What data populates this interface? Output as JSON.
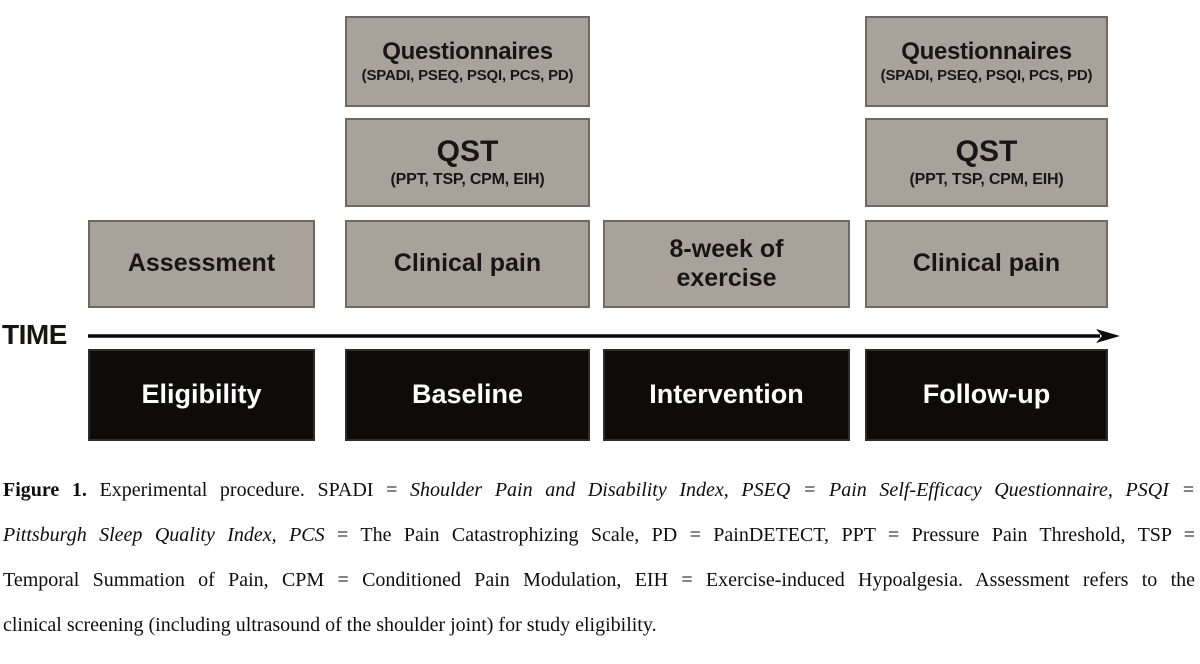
{
  "diagram": {
    "time_label": "TIME",
    "questionnaires": {
      "title": "Questionnaires",
      "subtitle": "(SPADI, PSEQ, PSQI, PCS, PD)"
    },
    "qst": {
      "title": "QST",
      "subtitle": "(PPT, TSP, CPM, EIH)"
    },
    "measures": [
      "Assessment",
      "Clinical pain",
      "8-week of exercise",
      "Clinical pain"
    ],
    "phases": [
      "Eligibility",
      "Baseline",
      "Intervention",
      "Follow-up"
    ],
    "colors": {
      "gray_box_fill": "#a9a29a",
      "gray_box_border": "#6e6a63",
      "black_box_fill": "#0d0c0a",
      "black_box_border": "#2e2d2a",
      "text_dark": "#181614",
      "text_light": "#ffffff"
    }
  },
  "caption": {
    "lines": [
      {
        "segments": [
          {
            "text": "Figure 1."
          },
          {
            "text": " Experimental procedure. SPADI = "
          },
          {
            "text": "Shoulder Pain and Disability Index, PSEQ = Pain Self-Efficacy Questionnaire, PSQI ="
          }
        ]
      },
      {
        "segments": [
          {
            "text": "Pittsburgh Sleep Quality Index, PCS"
          },
          {
            "text": " = The Pain Catastrophizing Scale, PD = PainDETECT, PPT = Pressure Pain Threshold, TSP ="
          }
        ]
      },
      {
        "segments": [
          {
            "text": "Temporal Summation of Pain, CPM = Conditioned Pain Modulation, EIH = Exercise-induced Hypoalgesia. Assessment refers to the"
          }
        ]
      },
      {
        "segments": [
          {
            "text": "clinical screening (including ultrasound of the shoulder joint) for study eligibility."
          }
        ]
      }
    ]
  }
}
